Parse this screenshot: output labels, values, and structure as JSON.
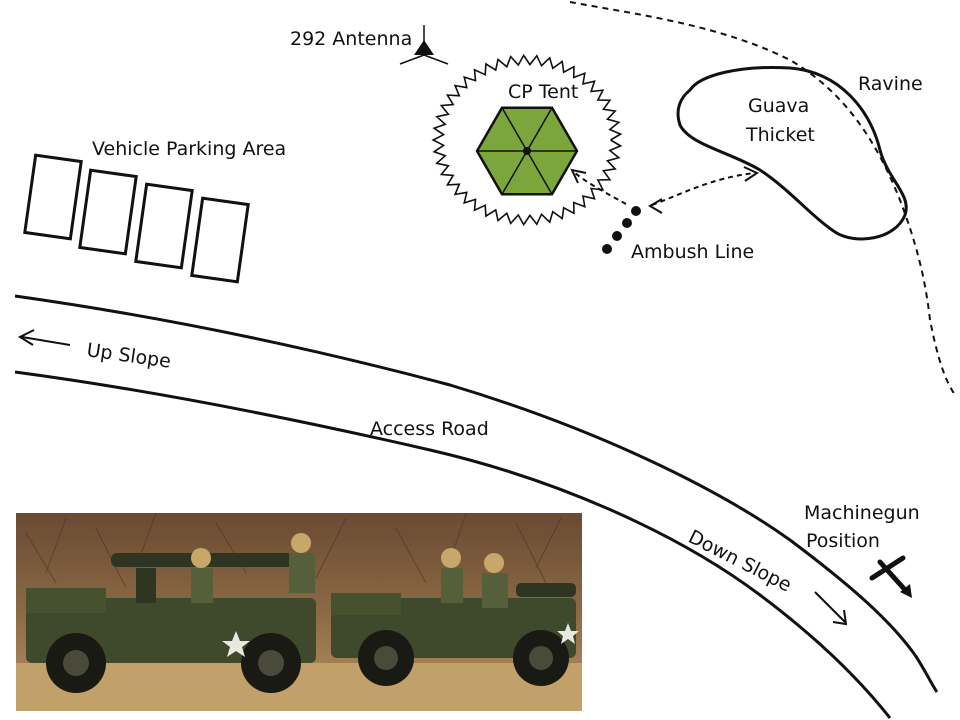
{
  "diagram": {
    "labels": {
      "antenna": "292 Antenna",
      "cp_tent": "CP Tent",
      "vehicle_parking": "Vehicle Parking Area",
      "guava_line1": "Guava",
      "guava_line2": "Thicket",
      "ravine": "Ravine",
      "ambush_line": "Ambush Line",
      "up_slope": "Up Slope",
      "access_road": "Access Road",
      "down_slope": "Down Slope",
      "machinegun_line1": "Machinegun",
      "machinegun_line2": "Position"
    },
    "colors": {
      "tent_fill": "#7aa63c",
      "ink": "#111111"
    },
    "photo": {
      "description": "two-jeeps-with-recoilless-rifles-photo"
    }
  }
}
